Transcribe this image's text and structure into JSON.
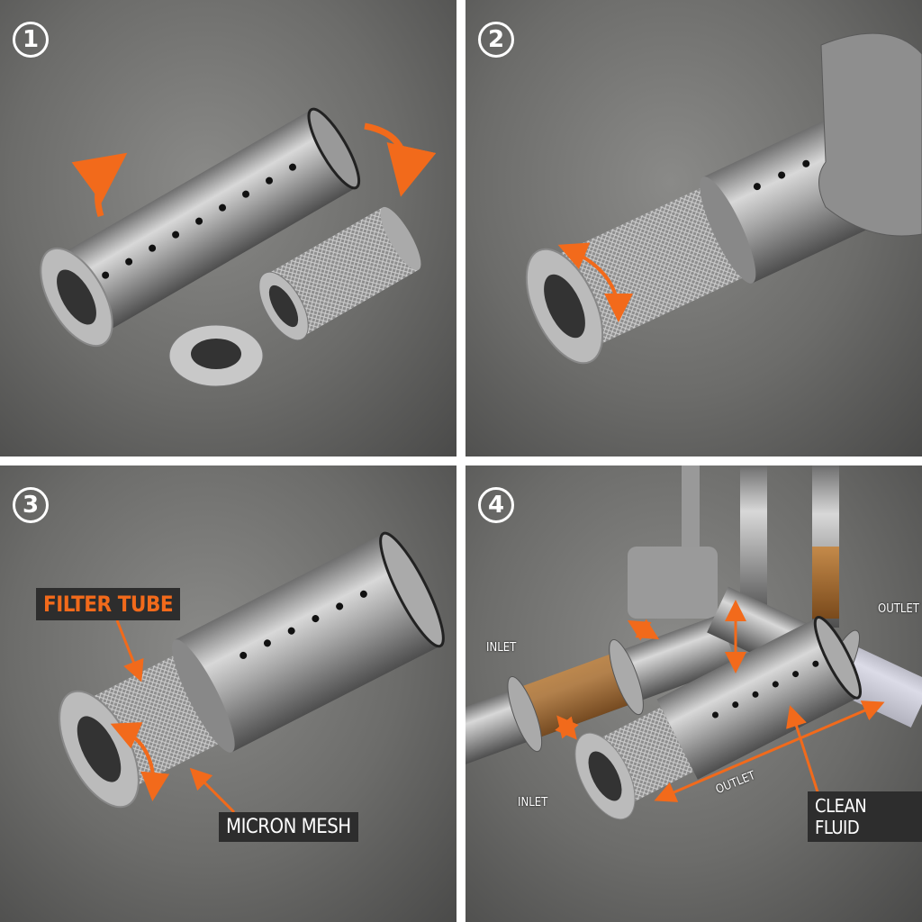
{
  "steps": [
    {
      "number": "1"
    },
    {
      "number": "2"
    },
    {
      "number": "3",
      "labels": {
        "filter_tube": "FILTER TUBE",
        "micron_mesh": "MICRON MESH"
      }
    },
    {
      "number": "4",
      "labels": {
        "inlet_top": "INLET",
        "outlet_top": "OUTLET",
        "inlet_bottom": "INLET",
        "outlet_bottom": "OUTLET",
        "clean_fluid": "CLEAN FLUID"
      }
    }
  ],
  "colors": {
    "accent_arrow": "#f26a1b",
    "label_bg": "#2d2d2d",
    "background": "#6c6c6a",
    "metal": "#b8b8b8",
    "fluid": "#a0662a"
  }
}
